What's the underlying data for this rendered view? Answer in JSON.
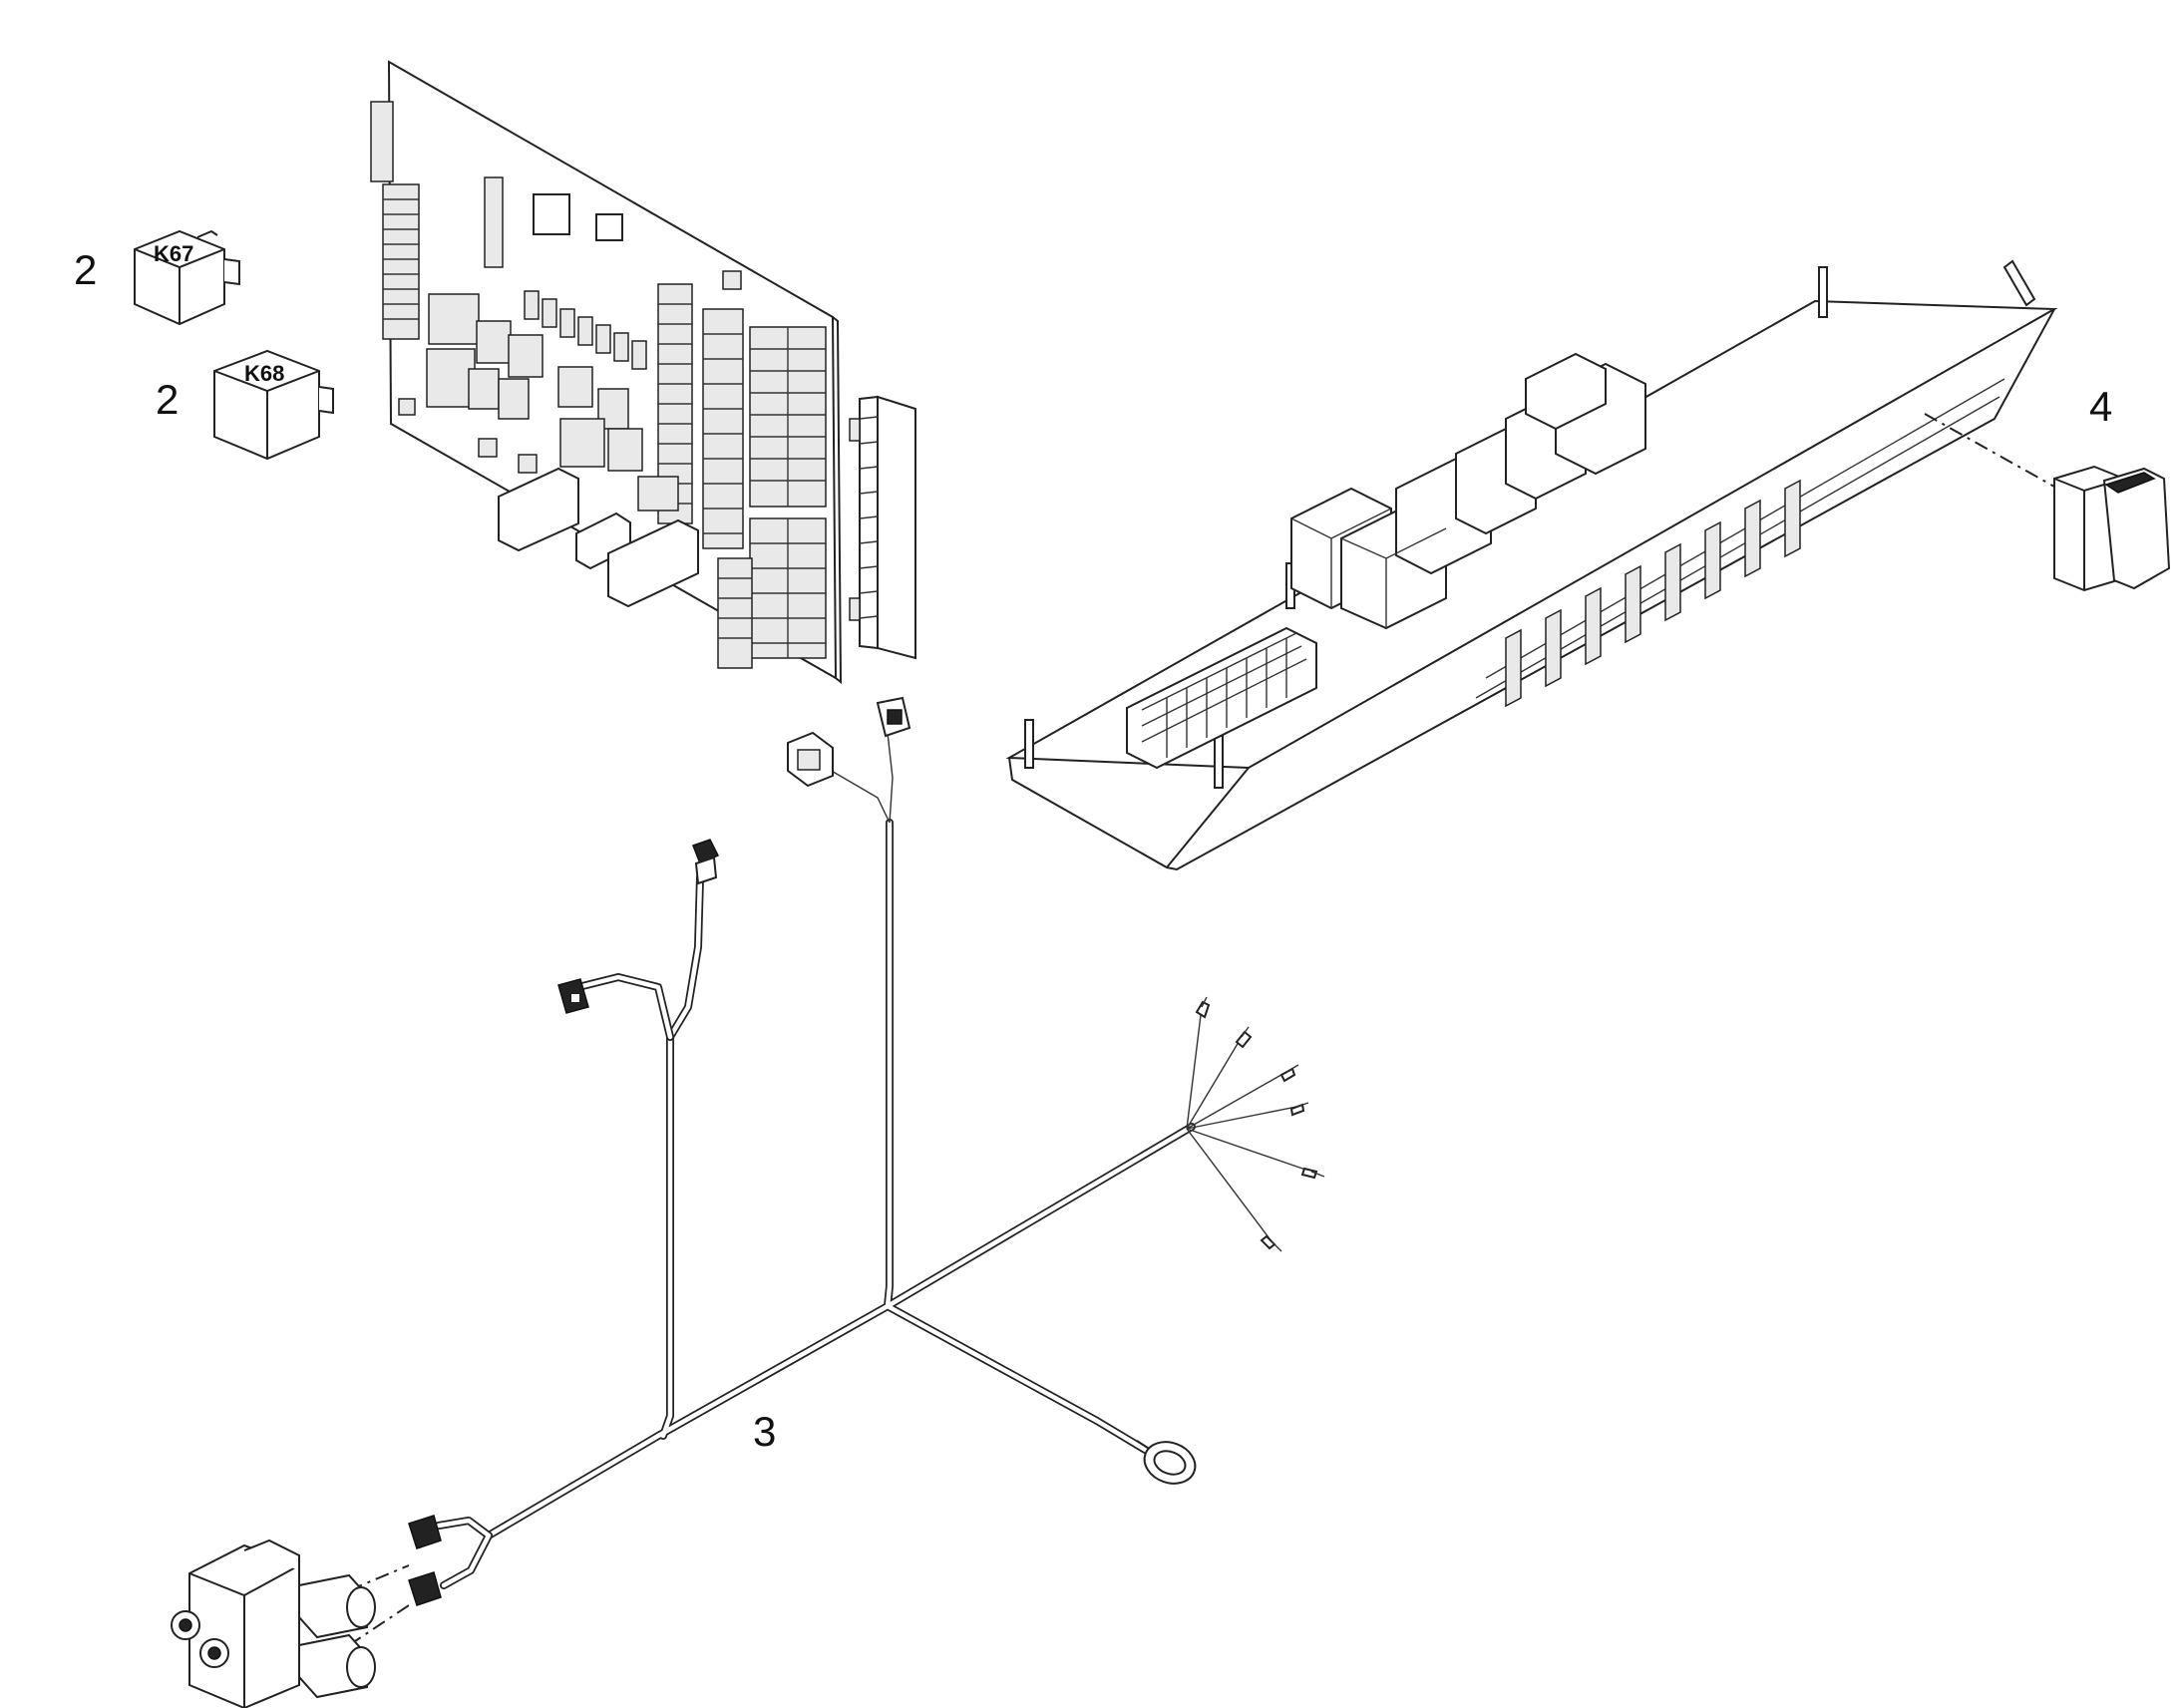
{
  "callouts": {
    "relay_k67_number": "2",
    "relay_k68_number": "2",
    "harness_number": "3",
    "switch_number": "4"
  },
  "relays": {
    "k67_label": "K67",
    "k68_label": "K68"
  }
}
